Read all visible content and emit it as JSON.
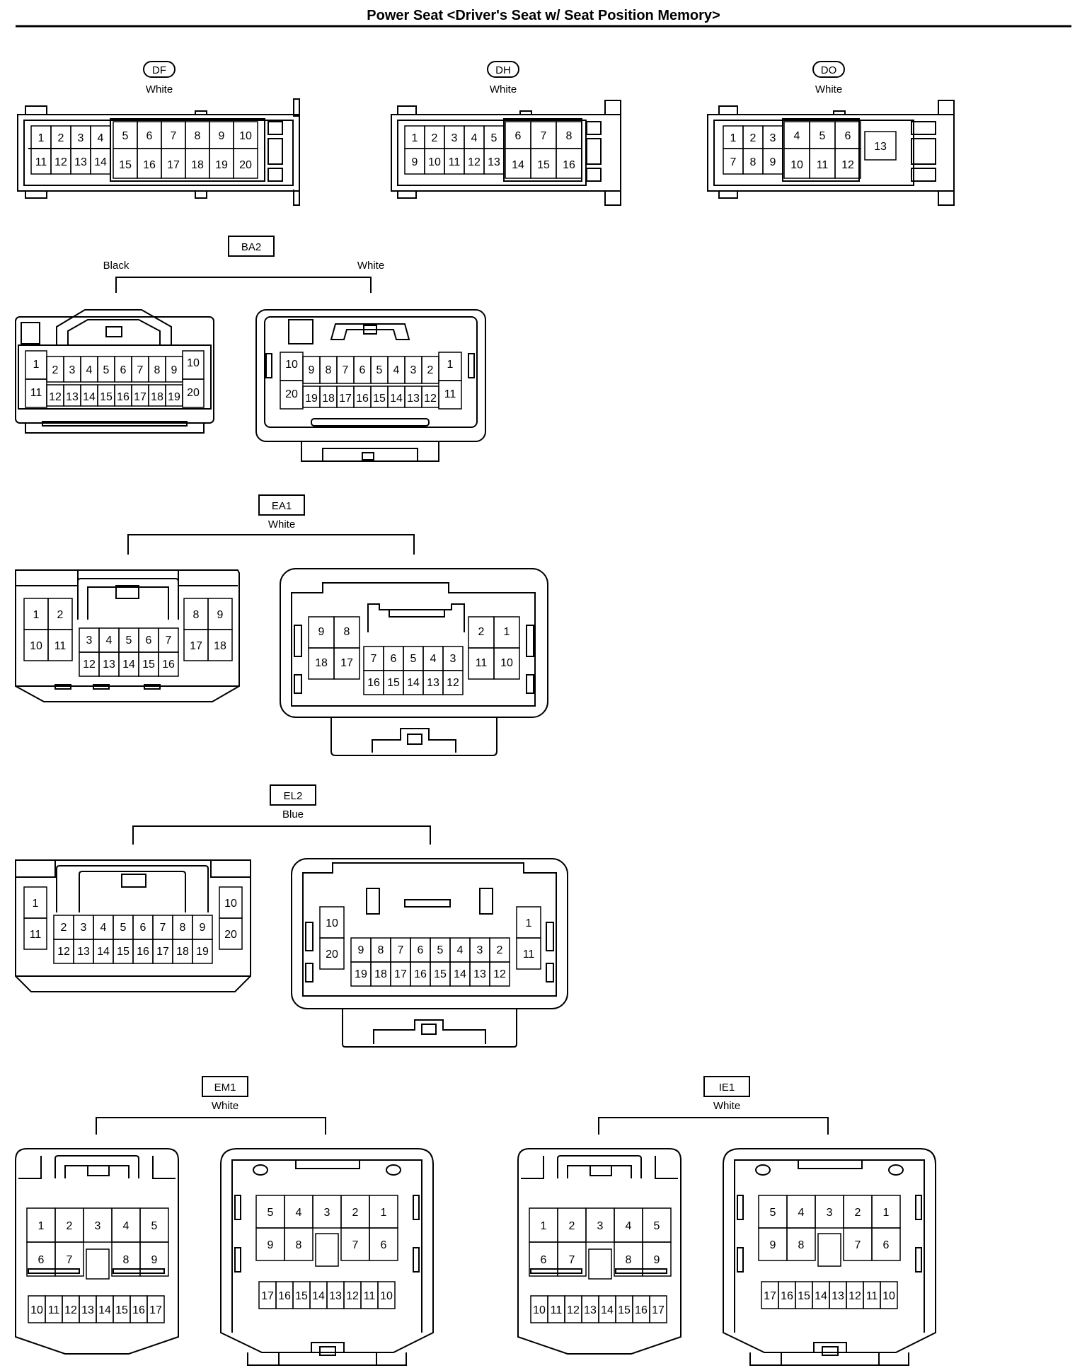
{
  "header": {
    "title": "Power Seat <Driver's Seat w/ Seat Position Memory>"
  },
  "connectors": {
    "df": {
      "code": "DF",
      "color": "White"
    },
    "dh": {
      "code": "DH",
      "color": "White"
    },
    "do": {
      "code": "DO",
      "color": "White"
    },
    "ba2": {
      "code": "BA2",
      "left_color": "Black",
      "right_color": "White"
    },
    "ea1": {
      "code": "EA1",
      "color": "White"
    },
    "el2": {
      "code": "EL2",
      "color": "Blue"
    },
    "em1": {
      "code": "EM1",
      "color": "White"
    },
    "ie1": {
      "code": "IE1",
      "color": "White"
    }
  }
}
